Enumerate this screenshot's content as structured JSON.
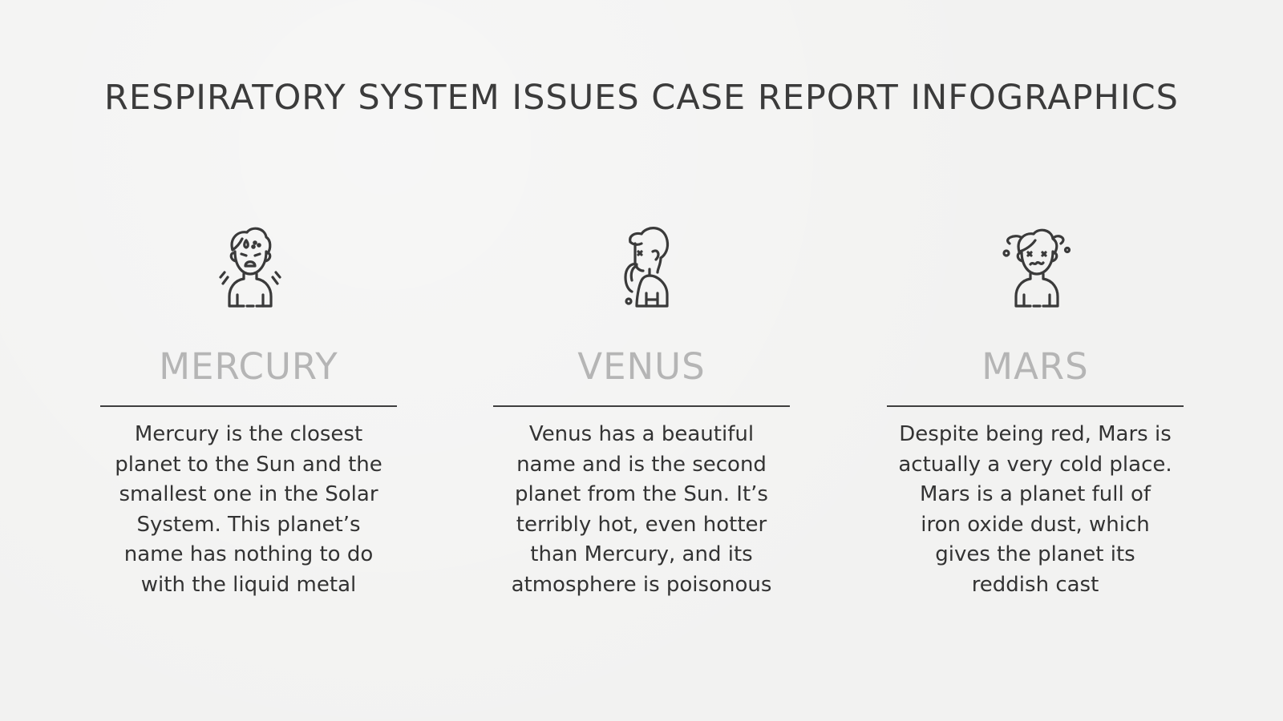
{
  "slide": {
    "title": "RESPIRATORY SYSTEM ISSUES CASE REPORT INFOGRAPHICS",
    "colors": {
      "background": "#f2f2f1",
      "title": "#3b3b3b",
      "heading": "#b5b5b5",
      "body_text": "#333333",
      "divider": "#3e3e3e",
      "icon_stroke": "#3a3a3a"
    },
    "columns": [
      {
        "icon": "sick-person-sweating-icon",
        "name": "MERCURY",
        "lines": [
          "Mercury is the closest",
          "planet to the Sun and the",
          "smallest one in the Solar",
          "System. This planet’s",
          "name has nothing to do",
          "with the liquid metal"
        ]
      },
      {
        "icon": "person-coughing-profile-icon",
        "name": "VENUS",
        "lines": [
          "Venus has a beautiful",
          "name and is the second",
          "planet from the Sun. It’s",
          "terribly hot, even hotter",
          "than Mercury, and its",
          "atmosphere is poisonous"
        ]
      },
      {
        "icon": "dizzy-person-icon",
        "name": "MARS",
        "lines": [
          "Despite being red, Mars is",
          "actually a very cold place.",
          "Mars is a planet full of",
          "iron oxide dust, which",
          "gives the planet its",
          "reddish cast"
        ]
      }
    ]
  }
}
